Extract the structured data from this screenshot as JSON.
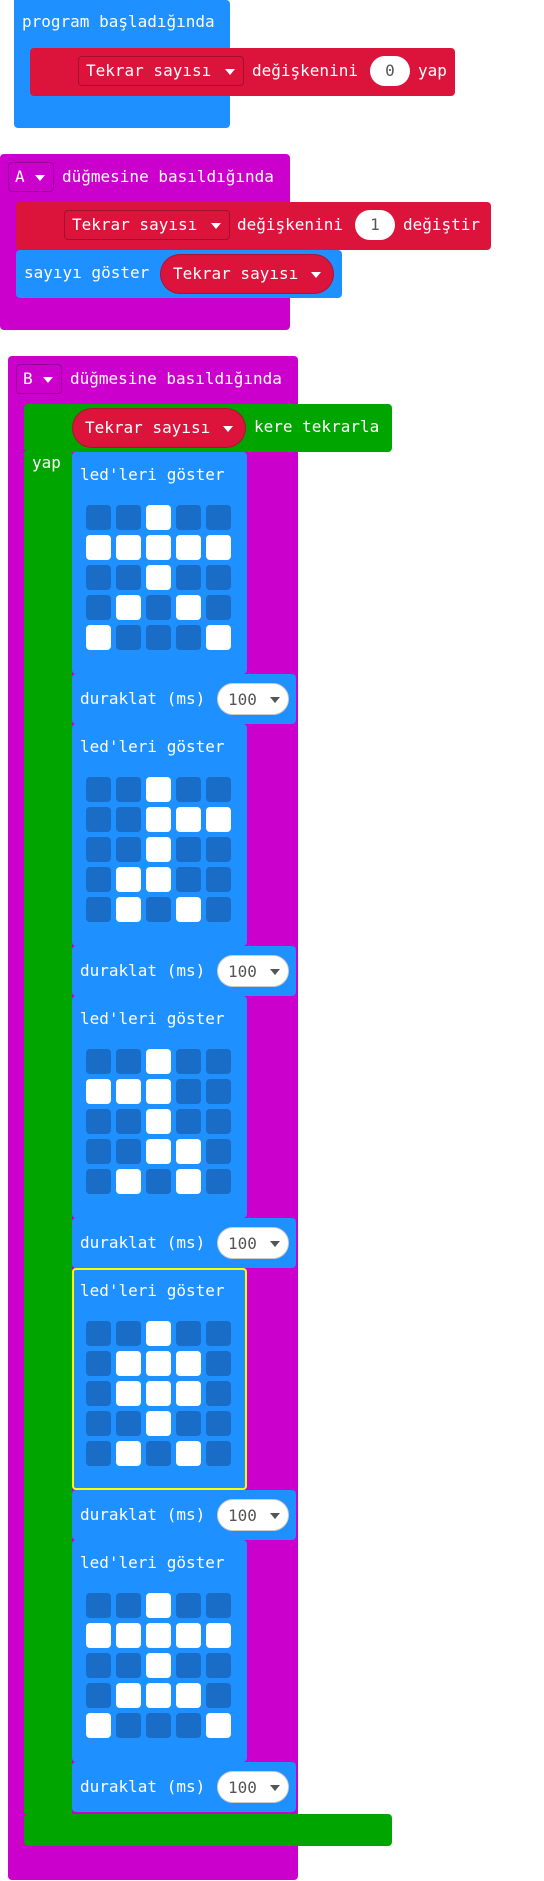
{
  "on_start": {
    "hat_label": "program başladığında",
    "set_var": "Tekrar sayısı",
    "set_middle": "değişkenini",
    "set_value": "0",
    "set_end": "yap"
  },
  "on_a": {
    "button": "A",
    "hat_label": "düğmesine basıldığında",
    "change_var": "Tekrar sayısı",
    "change_middle": "değişkenini",
    "change_value": "1",
    "change_end": "değiştir",
    "show_number_label": "sayıyı göster",
    "show_number_var": "Tekrar sayısı"
  },
  "on_b": {
    "button": "B",
    "hat_label": "düğmesine basıldığında",
    "repeat_var": "Tekrar sayısı",
    "repeat_suffix": "kere tekrarla",
    "do_label": "yap",
    "show_leds_label": "led'leri göster",
    "pause_label": "duraklat (ms)",
    "pause_value": "100",
    "frames": [
      [
        [
          0,
          0,
          1,
          0,
          0
        ],
        [
          1,
          1,
          1,
          1,
          1
        ],
        [
          0,
          0,
          1,
          0,
          0
        ],
        [
          0,
          1,
          0,
          1,
          0
        ],
        [
          1,
          0,
          0,
          0,
          1
        ]
      ],
      [
        [
          0,
          0,
          1,
          0,
          0
        ],
        [
          0,
          0,
          1,
          1,
          1
        ],
        [
          0,
          0,
          1,
          0,
          0
        ],
        [
          0,
          1,
          1,
          0,
          0
        ],
        [
          0,
          1,
          0,
          1,
          0
        ]
      ],
      [
        [
          0,
          0,
          1,
          0,
          0
        ],
        [
          1,
          1,
          1,
          0,
          0
        ],
        [
          0,
          0,
          1,
          0,
          0
        ],
        [
          0,
          0,
          1,
          1,
          0
        ],
        [
          0,
          1,
          0,
          1,
          0
        ]
      ],
      [
        [
          0,
          0,
          1,
          0,
          0
        ],
        [
          0,
          1,
          1,
          1,
          0
        ],
        [
          0,
          1,
          1,
          1,
          0
        ],
        [
          0,
          0,
          1,
          0,
          0
        ],
        [
          0,
          1,
          0,
          1,
          0
        ]
      ],
      [
        [
          0,
          0,
          1,
          0,
          0
        ],
        [
          1,
          1,
          1,
          1,
          1
        ],
        [
          0,
          0,
          1,
          0,
          0
        ],
        [
          0,
          1,
          1,
          1,
          0
        ],
        [
          1,
          0,
          0,
          0,
          1
        ]
      ]
    ]
  },
  "colors": {
    "basic_blue": "#1e90ff",
    "variables_red": "#dc143c",
    "input_magenta": "#cc00cc",
    "loops_green": "#00a500",
    "led_off": "#1a6dc7",
    "led_on": "#ffffff",
    "selected_outline": "#ffff00"
  }
}
